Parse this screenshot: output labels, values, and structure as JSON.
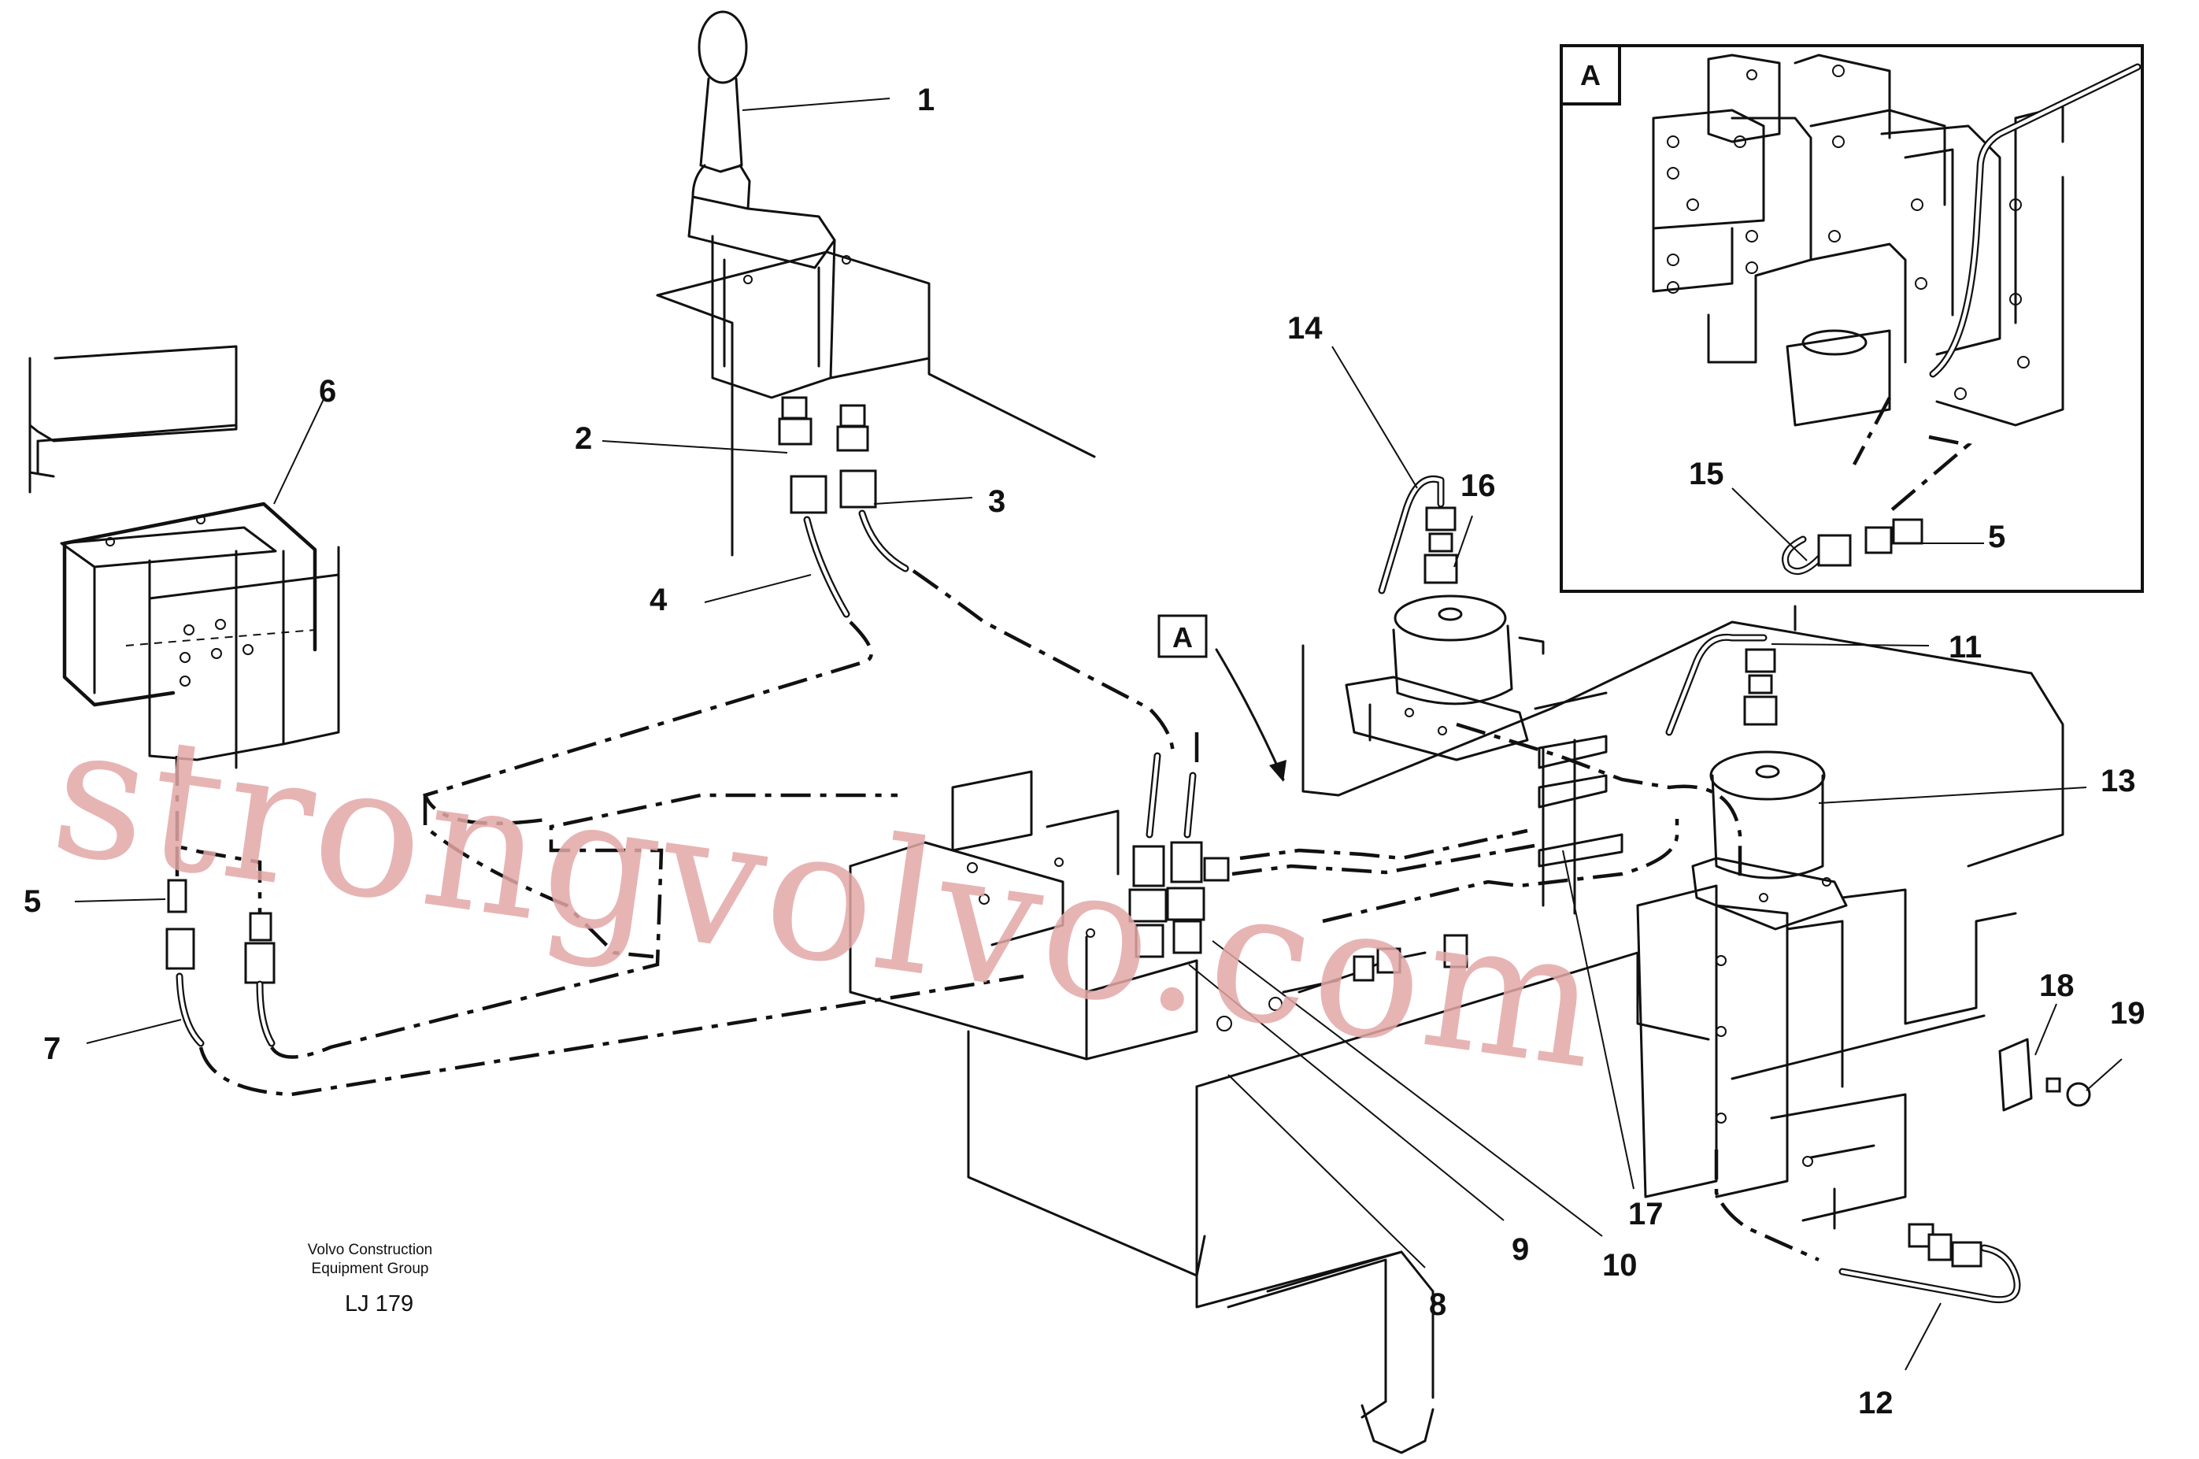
{
  "diagram": {
    "parts": [
      "1",
      "2",
      "3",
      "4",
      "5",
      "6",
      "7",
      "8",
      "9",
      "10",
      "11",
      "12",
      "13",
      "14",
      "15",
      "16",
      "17",
      "18",
      "19"
    ],
    "detail_marker": "A",
    "inset": {
      "label": "A",
      "parts": [
        "15",
        "5"
      ]
    },
    "credit": {
      "line1": "Volvo Construction",
      "line2": "Equipment Group",
      "code": "LJ 179"
    },
    "watermark": "strongvolvo.com"
  }
}
